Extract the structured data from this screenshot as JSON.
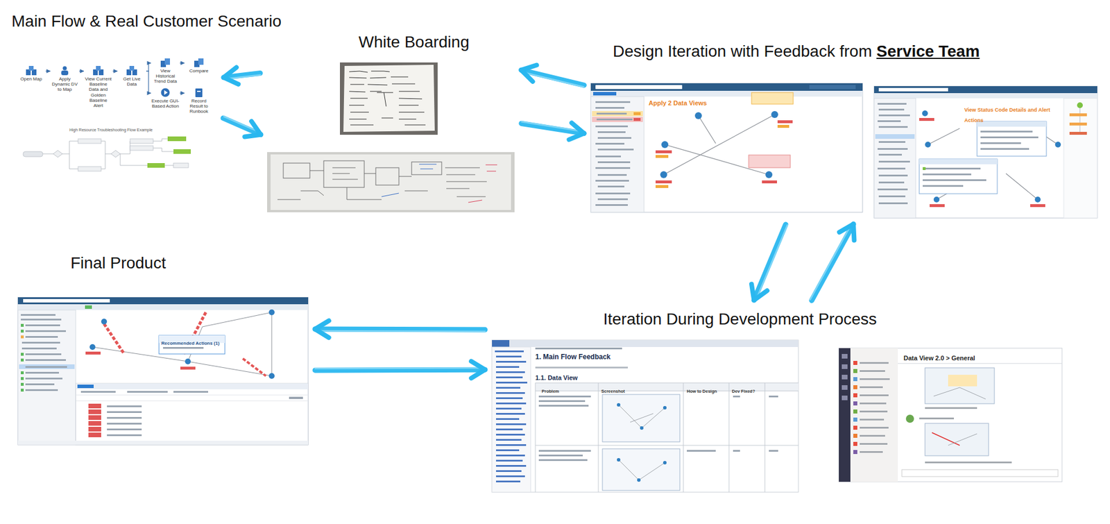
{
  "diagram": {
    "nodes": [
      {
        "text": [
          "Main Flow & Real Customer Scenario"
        ]
      },
      {
        "text": [
          "Open Map"
        ],
        "in": 0
      },
      {
        "text": [
          "Apply Dynamic DV to Map"
        ],
        "in": 0
      },
      {
        "text": [
          "View Current Baseline Data and Golden Baseline Alert"
        ],
        "in": 0
      },
      {
        "text": [
          "Get Live Data"
        ],
        "in": 0
      },
      {
        "text": [
          "View Historical Trend Data"
        ],
        "in": 0
      },
      {
        "text": [
          "Compare"
        ],
        "in": 0
      },
      {
        "text": [
          "Execute GUI-Based Action"
        ],
        "in": 0
      },
      {
        "text": [
          "Record Result to Runbook"
        ],
        "in": 0
      },
      {
        "text": [
          "White Boarding"
        ]
      },
      {
        "text": [
          "Design Iteration with Feedback from",
          "Service Team"
        ]
      },
      {
        "text": [
          "Iteration During Development Process"
        ]
      },
      {
        "text": [
          "Final Product"
        ]
      }
    ],
    "edges": [
      {
        "from": 1,
        "to": 2,
        "arrow": "to"
      },
      {
        "from": 2,
        "to": 3,
        "arrow": "to"
      },
      {
        "from": 3,
        "to": 4,
        "arrow": "to"
      },
      {
        "from": 4,
        "to": 5,
        "arrow": "to"
      },
      {
        "from": 5,
        "to": 6,
        "arrow": "to"
      },
      {
        "from": 4,
        "to": 7,
        "arrow": "to"
      },
      {
        "from": 7,
        "to": 8,
        "arrow": "to"
      },
      {
        "from": 9,
        "to": 0,
        "arrow": "to"
      },
      {
        "from": 0,
        "to": 9,
        "arrow": "to"
      },
      {
        "from": 10,
        "to": 9,
        "arrow": "to"
      },
      {
        "from": 9,
        "to": 10,
        "arrow": "to"
      },
      {
        "from": 10,
        "to": 11,
        "arrow": "to"
      },
      {
        "from": 11,
        "to": 10,
        "arrow": "to"
      },
      {
        "from": 11,
        "to": 12,
        "arrow": "to"
      },
      {
        "from": 12,
        "to": 11,
        "arrow": "to"
      }
    ],
    "labels": [
      "High Resource Troubleshooting Flow Example",
      "Apply 2 Data Views",
      "View Status Code Details and Alert Actions",
      "1. Main Flow Feedback",
      "1.1. Data View",
      "Problem",
      "Screenshot",
      "How to Design",
      "Dev Fixed?",
      "Data View 2.0 > General",
      "Recommended Actions (1)"
    ]
  }
}
